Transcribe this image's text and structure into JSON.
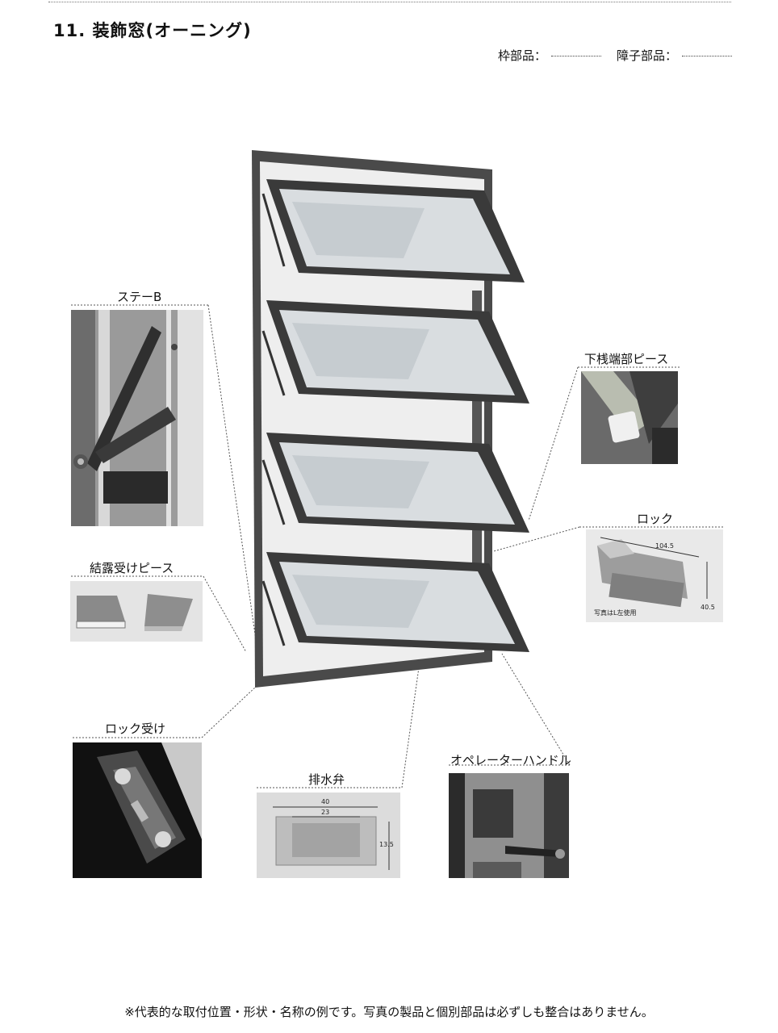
{
  "header": {
    "title": "11. 装飾窓(オーニング)",
    "frame_parts_label": "枠部品：",
    "shoji_parts_label": "障子部品："
  },
  "callouts": {
    "stay_b": "ステーB",
    "bottom_rail_end_piece": "下桟端部ピース",
    "lock": "ロック",
    "condensation_catch_piece": "結露受けピース",
    "lock_receiver": "ロック受け",
    "drain_valve": "排水弁",
    "operator_handle": "オペレーターハンドル"
  },
  "photo_annotations": {
    "lock_width": "104.5",
    "lock_height": "40.5",
    "lock_note": "写真はL左使用",
    "drain_width_outer": "40",
    "drain_width_inner": "23",
    "drain_height": "13.5"
  },
  "footer": {
    "note": "※代表的な取付位置・形状・名称の例です。写真の製品と個別部品は必ずしも整合はありません。"
  }
}
